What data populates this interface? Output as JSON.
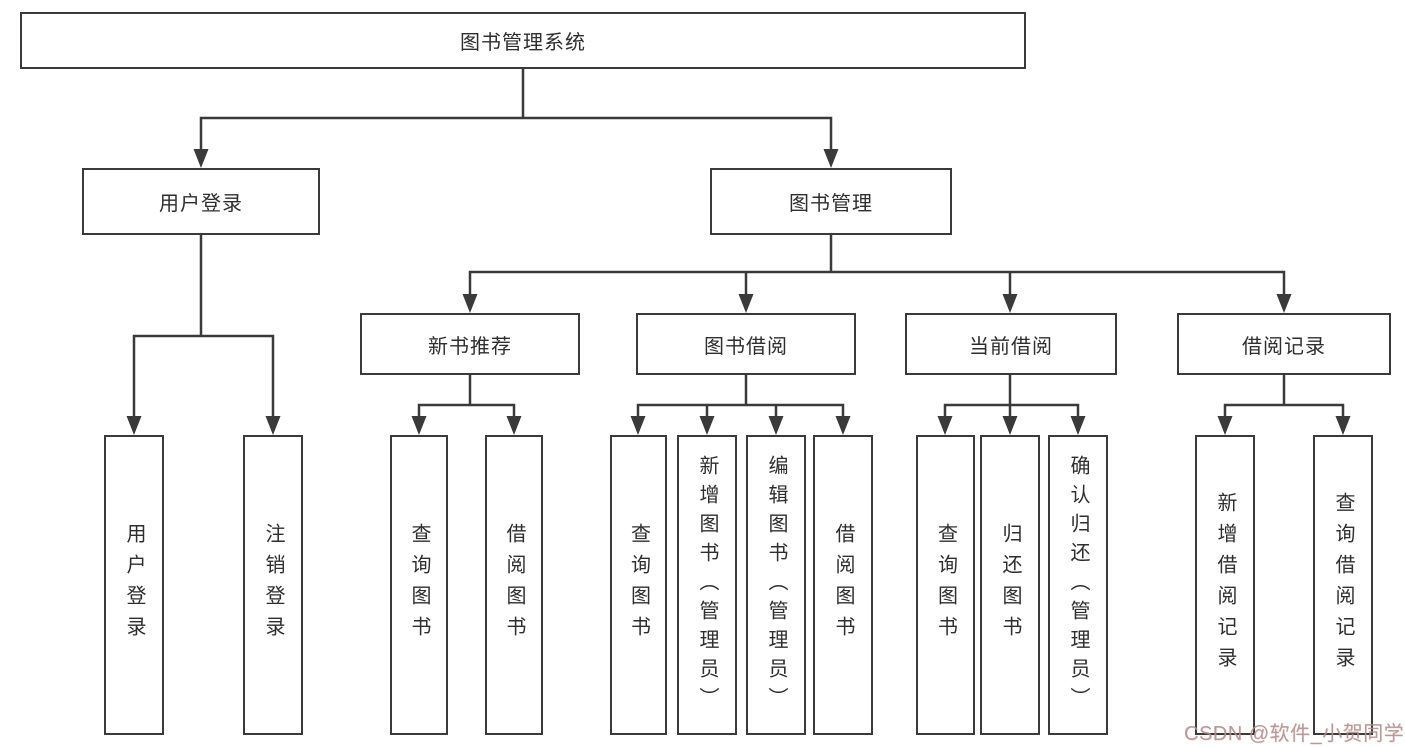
{
  "root": {
    "label": "图书管理系统"
  },
  "branches": [
    {
      "label": "用户登录",
      "children": [
        {
          "label": "用户登录"
        },
        {
          "label": "注销登录"
        }
      ]
    },
    {
      "label": "图书管理",
      "children": [
        {
          "label": "新书推荐",
          "children": [
            {
              "label": "查询图书"
            },
            {
              "label": "借阅图书"
            }
          ]
        },
        {
          "label": "图书借阅",
          "children": [
            {
              "label": "查询图书"
            },
            {
              "label": "新增图书（管理员）"
            },
            {
              "label": "编辑图书（管理员）"
            },
            {
              "label": "借阅图书"
            }
          ]
        },
        {
          "label": "当前借阅",
          "children": [
            {
              "label": "查询图书"
            },
            {
              "label": "归还图书"
            },
            {
              "label": "确认归还（管理员）"
            }
          ]
        },
        {
          "label": "借阅记录",
          "children": [
            {
              "label": "新增借阅记录"
            },
            {
              "label": "查询借阅记录"
            }
          ]
        }
      ]
    }
  ],
  "watermark": {
    "text": "CSDN @软件_小贺同学"
  },
  "colors": {
    "line": "#3a3a3a",
    "text": "#2e2e2e",
    "box_background": "#ffffff",
    "watermark": "#ba8a8a"
  }
}
